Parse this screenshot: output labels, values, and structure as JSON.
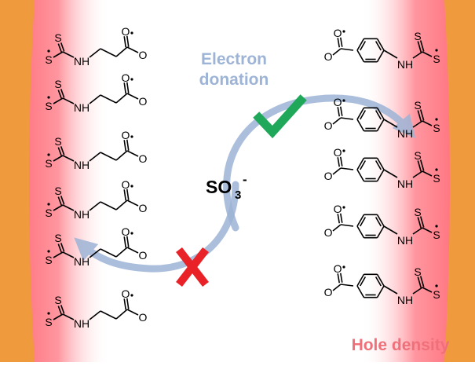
{
  "labels": {
    "electron_donation_line1": "Electron",
    "electron_donation_line2": "donation",
    "center_ion": "SO",
    "center_ion_sub": "3",
    "center_ion_sup": "-",
    "hole_density": "Hole density"
  },
  "atoms": {
    "sulfur": "S",
    "nitrogen_h": "NH",
    "oxygen": "O"
  },
  "icons": {
    "check": "check-icon",
    "cross": "cross-icon"
  },
  "colors": {
    "electrode_orange": "#ef9a3c",
    "hole_glow": "#ff6f7b",
    "arrow_blue": "#9db4d6",
    "label_blue": "#9db4d6",
    "label_red": "#f0707a",
    "check_green": "#1fa85a",
    "cross_red": "#e82227",
    "bond_black": "#000000"
  }
}
